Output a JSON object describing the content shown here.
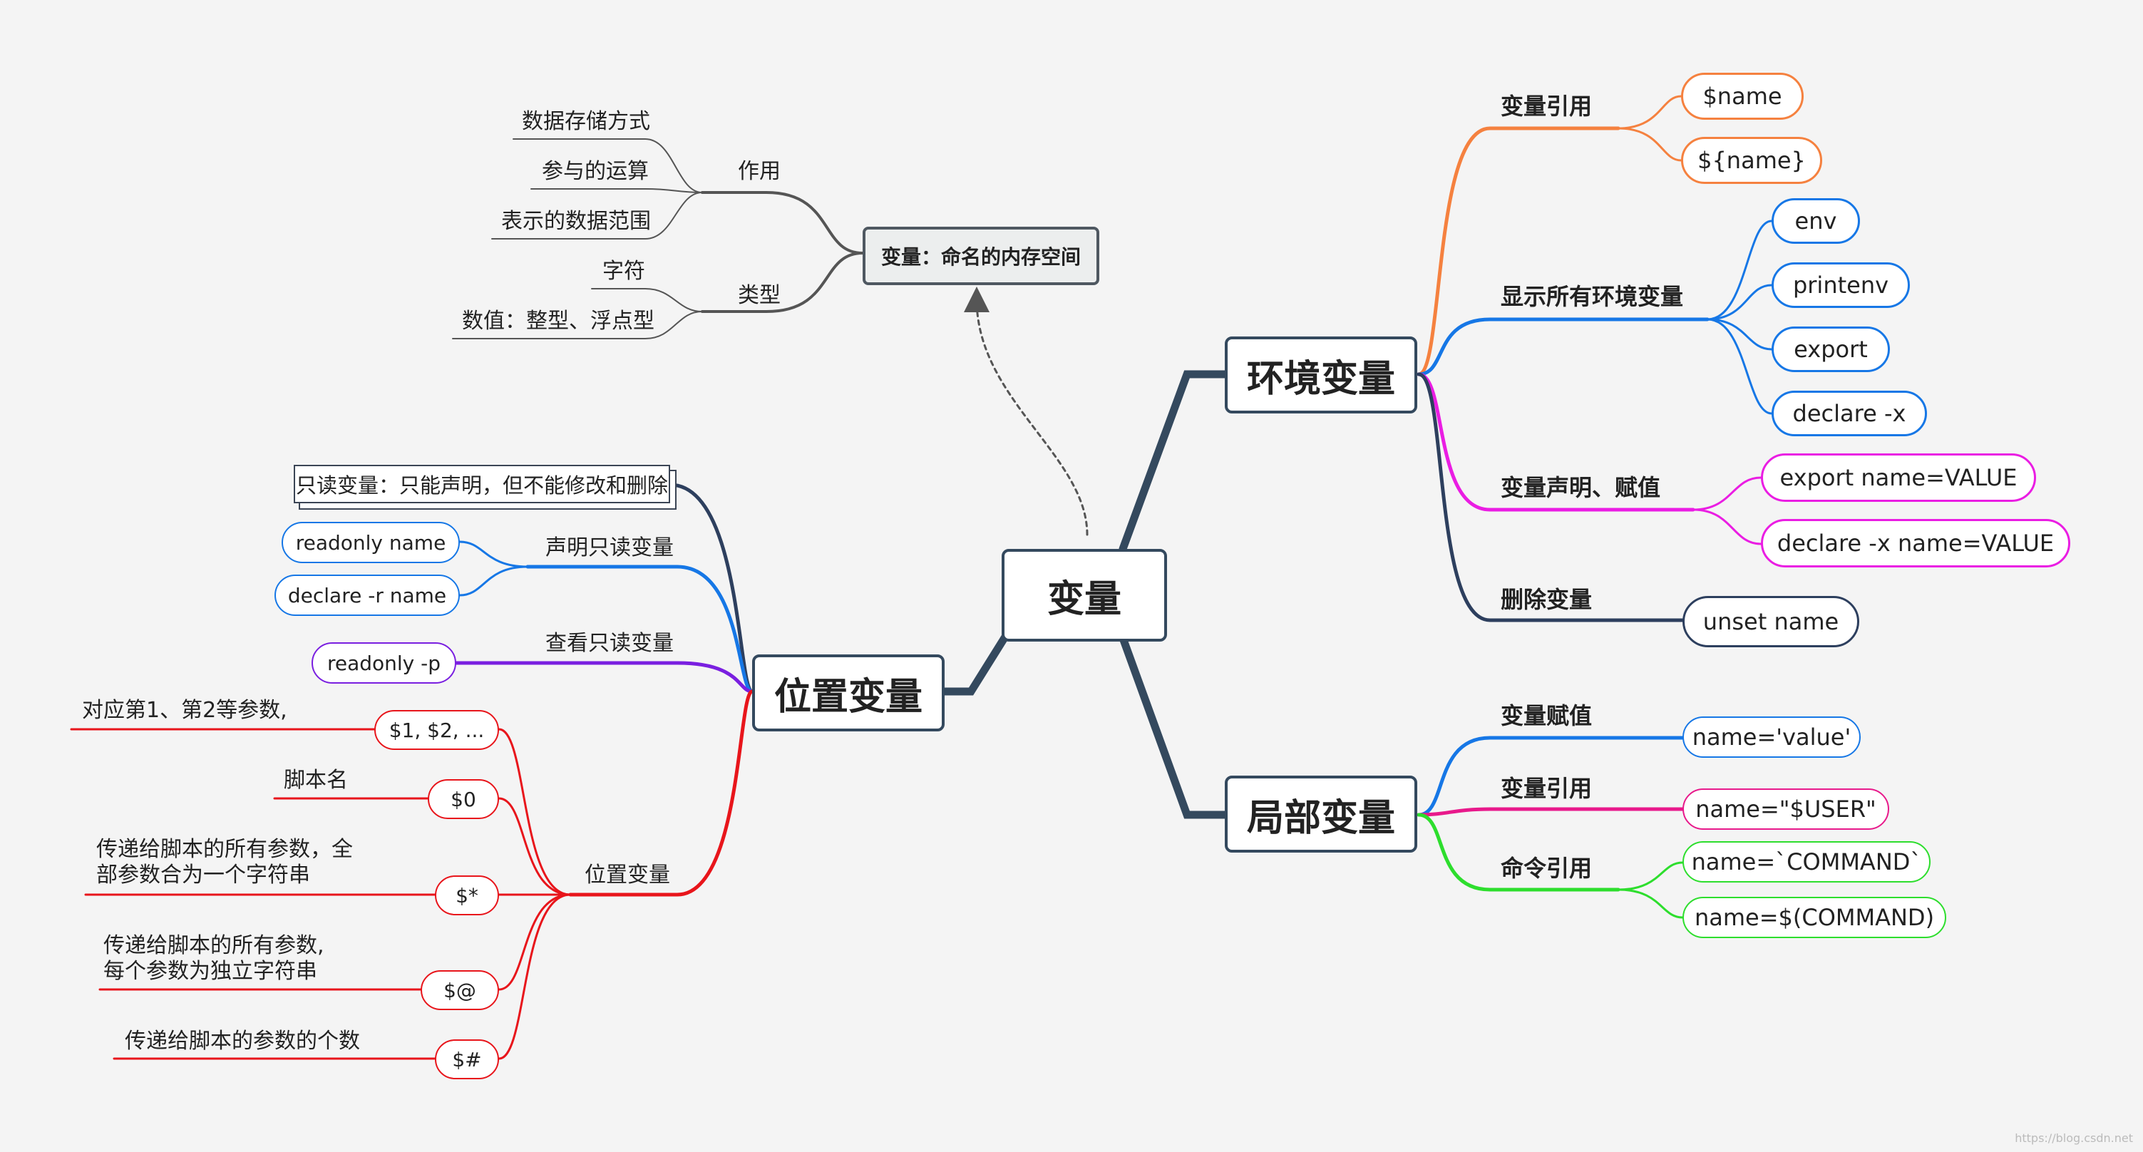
{
  "center": "变量",
  "concept": "变量：命名的内存空间",
  "concept_tree": {
    "use": {
      "label": "作用",
      "items": [
        "数据存储方式",
        "参与的运算",
        "表示的数据范围"
      ]
    },
    "type": {
      "label": "类型",
      "items": [
        "字符",
        "数值：整型、浮点型"
      ]
    }
  },
  "env": {
    "title": "环境变量",
    "ref": {
      "label": "变量引用",
      "items": [
        "$name",
        "${name}"
      ]
    },
    "show": {
      "label": "显示所有环境变量",
      "items": [
        "env",
        "printenv",
        "export",
        "declare -x"
      ]
    },
    "declare": {
      "label": "变量声明、赋值",
      "items": [
        "export name=VALUE",
        "declare -x name=VALUE"
      ]
    },
    "delete": {
      "label": "删除变量",
      "items": [
        "unset name"
      ]
    }
  },
  "local": {
    "title": "局部变量",
    "assign": {
      "label": "变量赋值",
      "items": [
        "name='value'"
      ]
    },
    "ref": {
      "label": "变量引用",
      "items": [
        "name=\"$USER\""
      ]
    },
    "cmd": {
      "label": "命令引用",
      "items": [
        "name=`COMMAND`",
        "name=$(COMMAND)"
      ]
    }
  },
  "positional": {
    "title": "位置变量",
    "readonly_note": "只读变量：只能声明，但不能修改和删除",
    "declare_ro": {
      "label": "声明只读变量",
      "items": [
        "readonly name",
        "declare -r name"
      ]
    },
    "view_ro": {
      "label": "查看只读变量",
      "items": [
        "readonly -p"
      ]
    },
    "pos": {
      "label": "位置变量",
      "items": [
        {
          "value": "$1, $2, ...",
          "desc": [
            "对应第1、第2等参数,"
          ]
        },
        {
          "value": "$0",
          "desc": [
            "脚本名"
          ]
        },
        {
          "value": "$*",
          "desc": [
            "传递给脚本的所有参数，全",
            "部参数合为一个字符串"
          ]
        },
        {
          "value": "$@",
          "desc": [
            "传递给脚本的所有参数,",
            "每个参数为独立字符串"
          ]
        },
        {
          "value": "$#",
          "desc": [
            "传递给脚本的参数的个数"
          ]
        }
      ]
    }
  },
  "watermark": "https://blog.csdn.net",
  "colors": {
    "trunk": "#34495e",
    "orange": "#f5813f",
    "blue": "#1677e6",
    "magenta": "#ea1de3",
    "navy": "#2d3f5e",
    "green": "#2dde2d",
    "pink": "#e8198b",
    "purple": "#7a1fe0",
    "red": "#e8151b",
    "gray": "#555555"
  }
}
